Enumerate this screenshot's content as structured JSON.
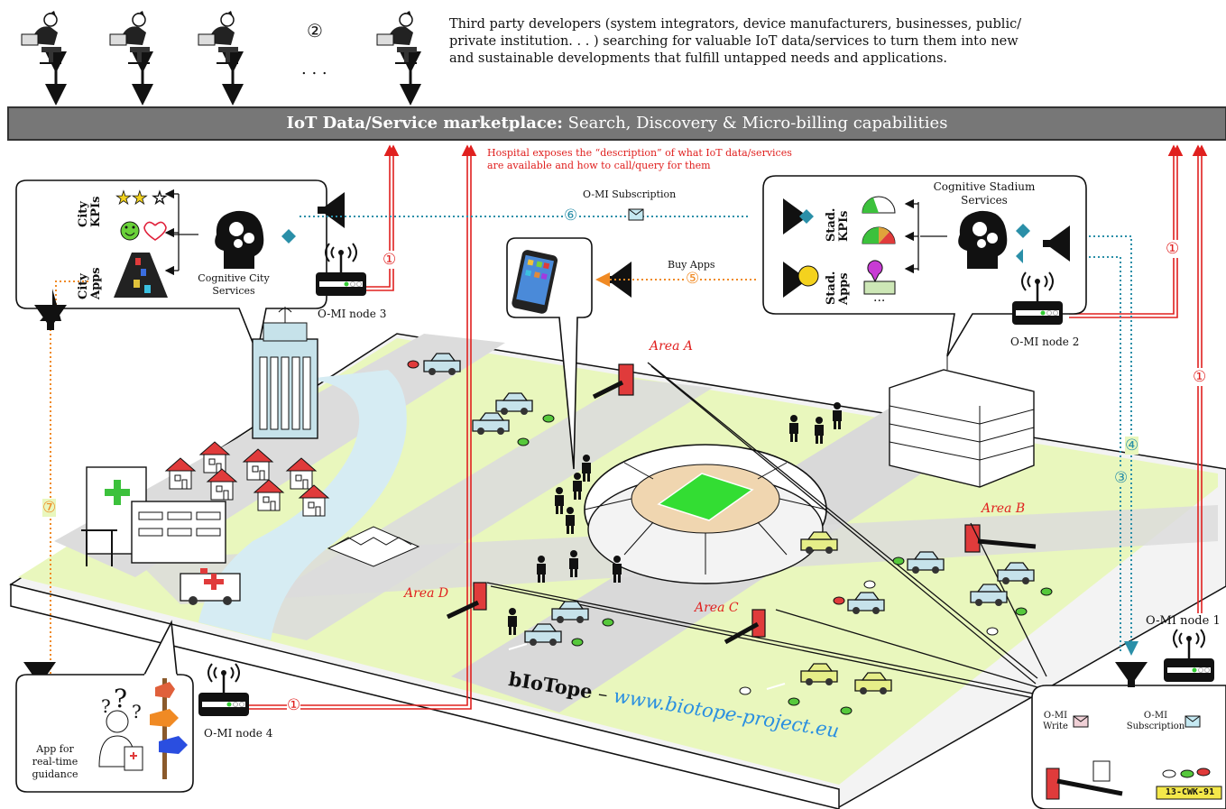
{
  "description_text": {
    "line1": "Third party developers (system integrators, device manufacturers, businesses, public/",
    "line2": "private institution. . . ) searching for valuable IoT data/services to turn them into new",
    "line3": "and sustainable developments that fulfill untapped needs and applications."
  },
  "step2_marker": "②",
  "ellipsis": ". . .",
  "marketplace": {
    "bold_label": "IoT Data/Service marketplace:",
    "rest_label": " Search, Discovery & Micro-billing capabilities"
  },
  "hospital_note": {
    "line1": "Hospital exposes the “description” of what IoT data/services",
    "line2": "are available and how to call/query for them"
  },
  "city_bubble": {
    "kpis_label_1": "City",
    "kpis_label_2": "KPIs",
    "apps_label_1": "City",
    "apps_label_2": "Apps",
    "service_1": "Cognitive City",
    "service_2": "Services"
  },
  "stadium_bubble": {
    "title_1": "Cognitive Stadium",
    "title_2": "Services",
    "kpis_label_1": "Stad.",
    "kpis_label_2": "KPIs",
    "apps_label_1": "Stad.",
    "apps_label_2": "Apps",
    "more": "..."
  },
  "omi_subscription_top": "O-MI Subscription",
  "buy_apps": "Buy Apps",
  "nodes": {
    "node1": "O-MI node 1",
    "node2": "O-MI node 2",
    "node3": "O-MI node 3",
    "node4": "O-MI node 4"
  },
  "markers": {
    "one": "①",
    "three": "③",
    "four": "④",
    "five": "⑤",
    "six": "⑥",
    "seven": "⑦"
  },
  "areas": {
    "a": "Area A",
    "b": "Area B",
    "c": "Area C",
    "d": "Area D"
  },
  "biotope": {
    "name": "bIoTope",
    "dash": " –",
    "url": "www.biotope-project.eu"
  },
  "app_bubble": {
    "line1": "App for",
    "line2": "real-time",
    "line3": "guidance"
  },
  "right_bubble": {
    "write_1": "O-MI",
    "write_2": "Write",
    "sub_1": "O-MI",
    "sub_2": "Subscription",
    "plate": "13-CWK-91"
  },
  "colors": {
    "marketplace_bar": "#777777",
    "red_link": "#e0201f",
    "teal_link": "#2a8fa8",
    "orange_link": "#f08a24",
    "ground": "#e9f7bd",
    "river": "#d6ecf3",
    "road": "#d9d9d9",
    "pitch": "#33dd33"
  }
}
